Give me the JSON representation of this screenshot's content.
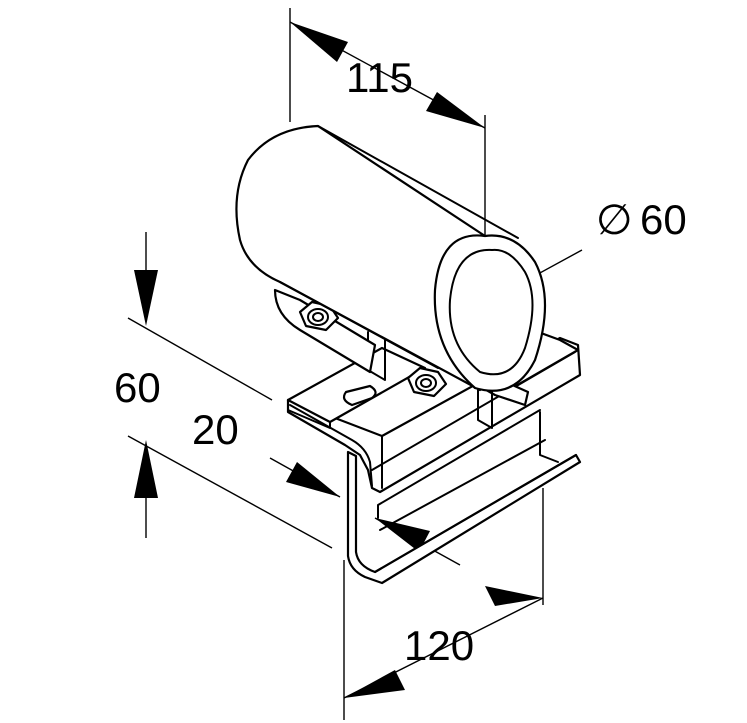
{
  "dimensions": {
    "width_top": "115",
    "diameter_symbol": "∅",
    "diameter_value": "60",
    "height": "60",
    "offset": "20",
    "base_length": "120"
  }
}
